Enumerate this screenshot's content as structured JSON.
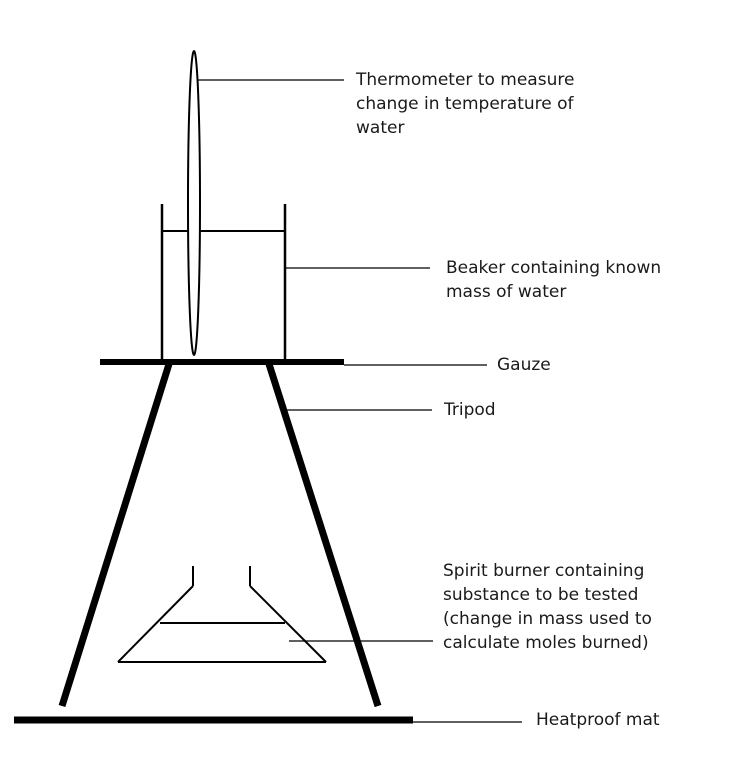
{
  "labels": {
    "thermometer": "Thermometer to measure\nchange in temperature of\nwater",
    "beaker": "Beaker containing known\nmass of water",
    "gauze": "Gauze",
    "tripod": "Tripod",
    "burner": "Spirit burner containing\nsubstance to be tested\n(change in mass used to\ncalculate moles burned)",
    "mat": "Heatproof mat"
  }
}
